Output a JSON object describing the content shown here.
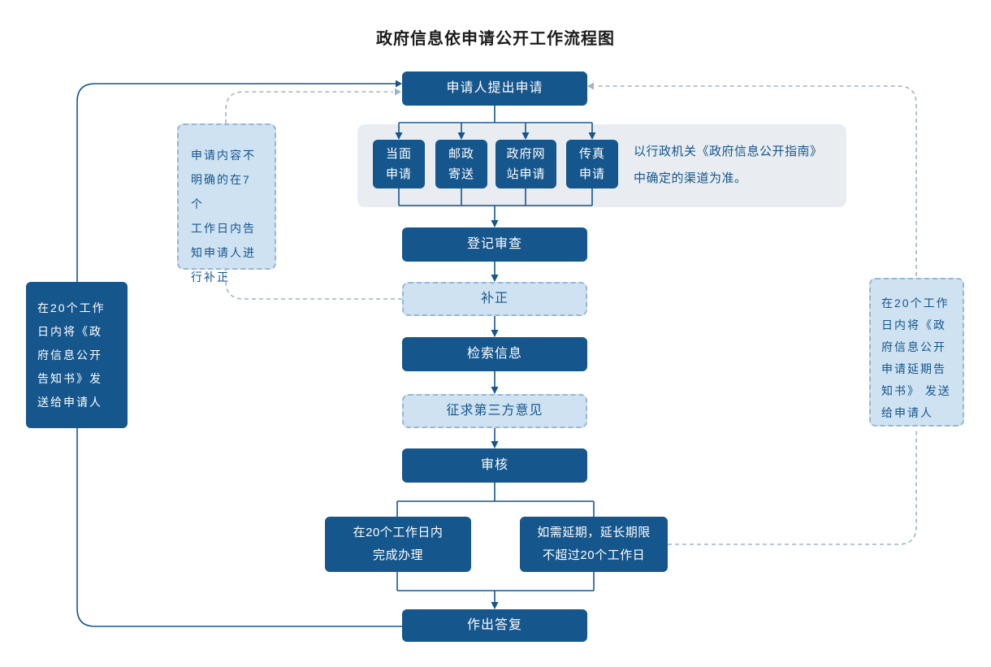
{
  "title": "政府信息依申请公开工作流程图",
  "nodes": {
    "apply": "申请人提出申请",
    "channel_in_person": "当面\n申请",
    "channel_mail": "邮政\n寄送",
    "channel_website": "政府网\n站申请",
    "channel_fax": "传真\n申请",
    "channels_note": "以行政机关《政府信息公开指南》\n中确定的渠道为准。",
    "register": "登记审查",
    "correction": "补正",
    "search": "检索信息",
    "third_party": "征求第三方意见",
    "review": "审核",
    "complete": "在20个工作日内\n完成办理",
    "extend": "如需延期，延长期限\n不超过20个工作日",
    "reply": "作出答复",
    "notice_note": "在20个工作\n日内将《政\n府信息公开\n告知书》发\n送给申请人",
    "correction_note": "申请内容不\n明确的在7个\n工作日内告\n知申请人进\n行补正",
    "extend_note": "在20个工作\n日内将《政\n府信息公开\n申请延期告\n知书》 发送\n给申请人"
  },
  "colors": {
    "primary_blue": "#15568d",
    "light_fill": "#cfe2f2",
    "light_border": "#9ab5d2",
    "container_bg": "#e9edf1",
    "dashed_line": "#9fb3c8",
    "title_text": "#1c1c1c"
  }
}
